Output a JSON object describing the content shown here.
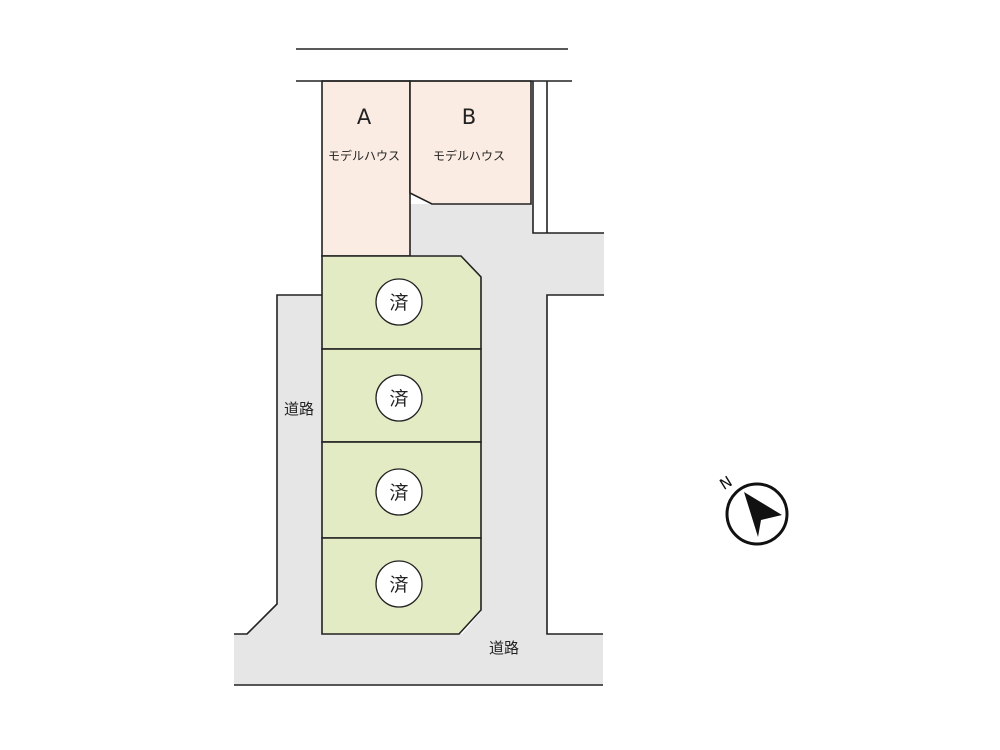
{
  "colors": {
    "road": "#e6e6e6",
    "model_lot": "#fbece3",
    "sold_lot": "#e3ebc5",
    "line": "#222222",
    "badge": "#ffffff"
  },
  "model_lots": [
    {
      "letter": "A",
      "caption": "モデルハウス"
    },
    {
      "letter": "B",
      "caption": "モデルハウス"
    }
  ],
  "sold_lots": [
    {
      "status": "済"
    },
    {
      "status": "済"
    },
    {
      "status": "済"
    },
    {
      "status": "済"
    }
  ],
  "road_labels": {
    "west": "道路",
    "south": "道路"
  },
  "compass": {
    "label": "N",
    "icon": "north-arrow-icon"
  }
}
